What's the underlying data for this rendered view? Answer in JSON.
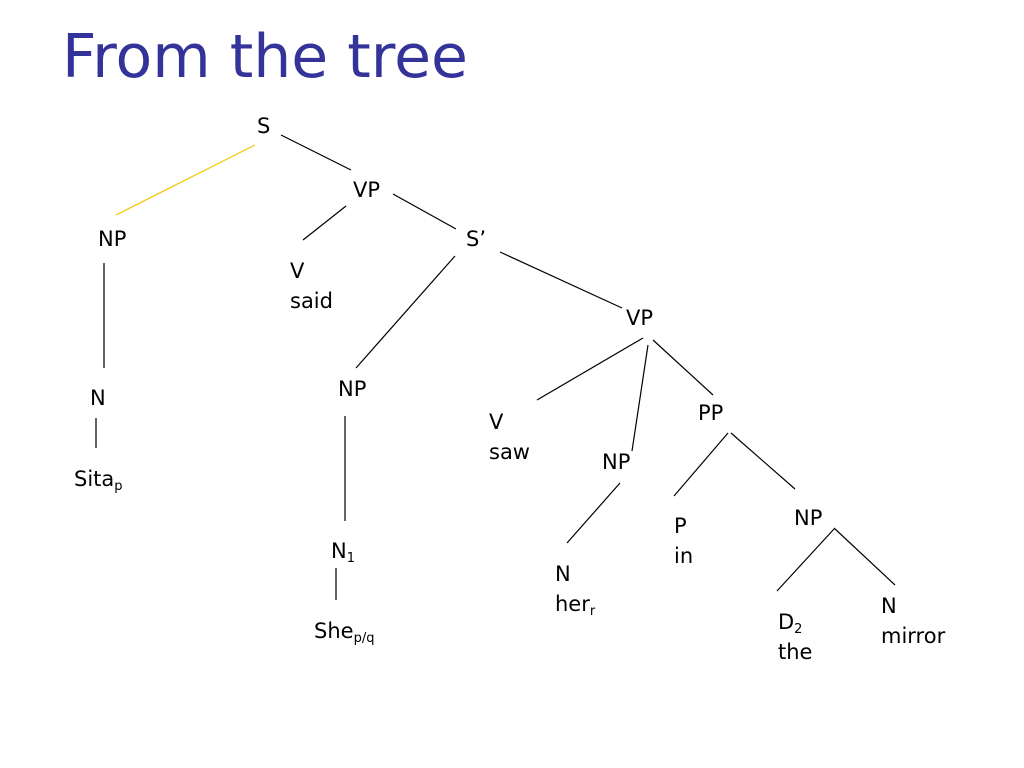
{
  "slide": {
    "title": "From the tree",
    "title_color": "#333399",
    "edge_color": "#000000",
    "highlight_color": "#f5c400"
  },
  "tree": {
    "s": "S",
    "vp_top": "VP",
    "np_subject": "NP",
    "v_said": {
      "cat": "V",
      "word": "said"
    },
    "s_prime": "S’",
    "n_subject": "N",
    "sita": {
      "word": "Sita",
      "index": "p"
    },
    "np_she": "NP",
    "vp_lower": "VP",
    "n1": {
      "cat": "N",
      "index": "1"
    },
    "she": {
      "word": "She",
      "index": "p/q"
    },
    "v_saw": {
      "cat": "V",
      "word": "saw"
    },
    "np_object": "NP",
    "pp": "PP",
    "n_her": {
      "cat": "N",
      "word": "her",
      "index": "r"
    },
    "p_in": {
      "cat": "P",
      "word": "in"
    },
    "np_mirror": "NP",
    "d2": {
      "cat": "D",
      "index": "2",
      "word": "the"
    },
    "n_mirror": {
      "cat": "N",
      "word": "mirror"
    }
  }
}
